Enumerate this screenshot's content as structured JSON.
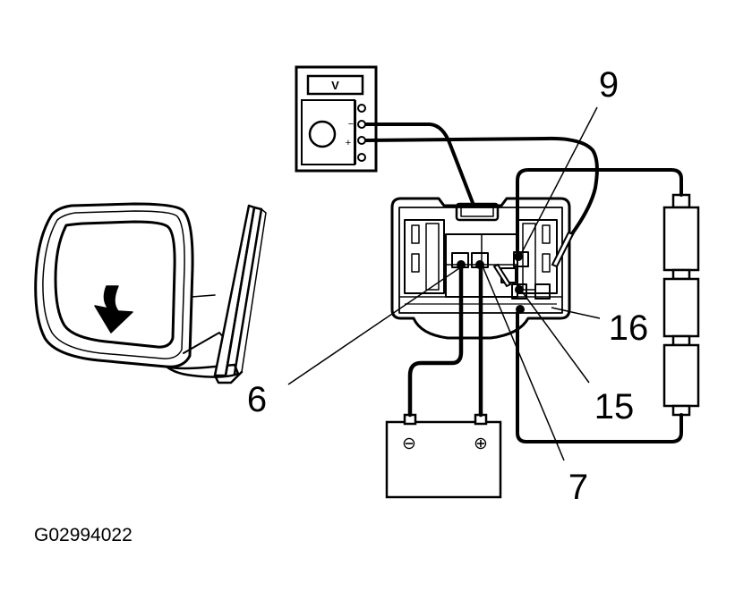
{
  "figure_id": "G02994022",
  "meter_unit": "V",
  "meter_minus": "−",
  "meter_plus": "+",
  "battery_negative": "⊖",
  "battery_positive": "⊕",
  "callouts": {
    "c6": "6",
    "c7": "7",
    "c9": "9",
    "c15": "15",
    "c16": "16"
  }
}
